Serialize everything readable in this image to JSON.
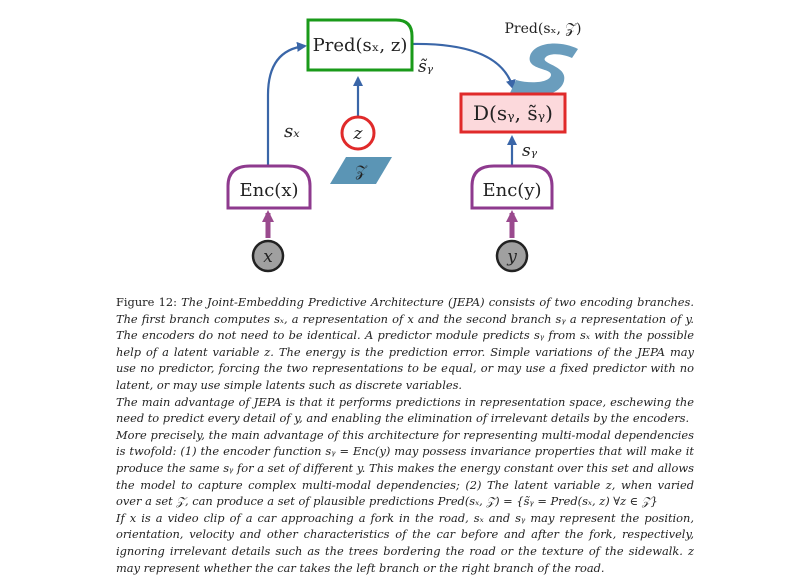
{
  "diagram": {
    "pred_box": "Pred(sₓ, z)",
    "pred_distribution_label": "Pred(sₓ, 𝒵)",
    "energy_box": "D(sᵧ, s̃ᵧ)",
    "enc_x_box": "Enc(x)",
    "enc_y_box": "Enc(y)",
    "x_node": "x",
    "y_node": "y",
    "z_node": "z",
    "latent_set": "𝒵",
    "sx_label": "sₓ",
    "sy_label": "sᵧ",
    "sy_tilde_label": "s̃ᵧ",
    "colors": {
      "pred_border": "#1a9a1a",
      "energy_border": "#e02a2a",
      "energy_fill": "#fcd9dc",
      "enc_border": "#8e3a8e",
      "arrow_blue": "#3a66a8",
      "arrow_purple": "#9a4a8e",
      "node_gray": "#a0a0a0",
      "latent_fill": "#5b95b5",
      "z_circle": "#e02a2a"
    }
  },
  "caption": {
    "p1_label": "Figure 12:",
    "p1_text": "The Joint-Embedding Predictive Architecture (JEPA) consists of two encoding branches. The first branch computes sₓ, a representation of x and the second branch sᵧ a representation of y. The encoders do not need to be identical. A predictor module predicts sᵧ from sₓ with the possible help of a latent variable z. The energy is the prediction error. Simple variations of the JEPA may use no predictor, forcing the two representations to be equal, or may use a fixed predictor with no latent, or may use simple latents such as discrete variables.",
    "p2": "The main advantage of JEPA is that it performs predictions in representation space, eschewing the need to predict every detail of y, and enabling the elimination of irrelevant details by the encoders.",
    "p3": "More precisely, the main advantage of this architecture for representing multi-modal dependencies is twofold: (1) the encoder function sᵧ = Enc(y) may possess invariance properties that will make it produce the same sᵧ for a set of different y. This makes the energy constant over this set and allows the model to capture complex multi-modal dependencies; (2) The latent variable z, when varied over a set 𝒵, can produce a set of plausible predictions Pred(sₓ, 𝒵) = {s̃ᵧ = Pred(sₓ, z) ∀z ∈ 𝒵}",
    "p4": "If x is a video clip of a car approaching a fork in the road, sₓ and sᵧ may represent the position, orientation, velocity and other characteristics of the car before and after the fork, respectively, ignoring irrelevant details such as the trees bordering the road or the texture of the sidewalk. z may represent whether the car takes the left branch or the right branch of the road."
  }
}
